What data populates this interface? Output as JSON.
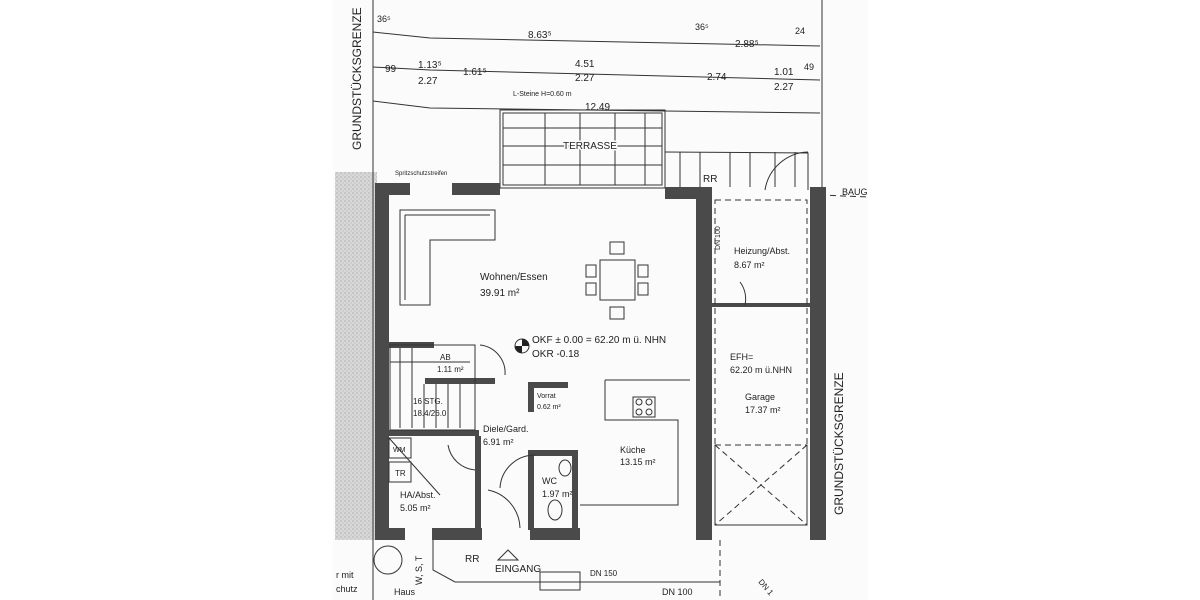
{
  "plan": {
    "boundary_left": "GRUNDSTÜCKSGRENZE",
    "boundary_right": "GRUNDSTÜCKSGRENZE",
    "building_line": "BAUG",
    "dimensions": {
      "row1": [
        "36⁵",
        "8.63⁵",
        "36⁵",
        "2.88⁵",
        "24"
      ],
      "row2": [
        "99",
        "1.13⁵",
        "2.27",
        "1.61⁵",
        "4.51",
        "2.27",
        "2.74",
        "1.01",
        "2.27",
        "49"
      ],
      "row3": "12.49",
      "l_stones": "L-Steine H=0.60 m"
    },
    "splash_strip": "Spritzschutzstreifen",
    "terrace": "TERRASSE",
    "rr_top": "RR",
    "rooms": {
      "living": {
        "name": "Wohnen/Essen",
        "area": "39.91 m²"
      },
      "heating": {
        "name": "Heizung/Abst.",
        "area": "8.67 m²"
      },
      "dn100_top": "DN 100",
      "okf": "OKF ± 0.00 = 62.20 m ü. NHN",
      "okr": "OKR -0.18",
      "ab": {
        "name": "AB",
        "area": "1.11 m²"
      },
      "stairs": {
        "name": "16 STG.",
        "spec": "18.4/26.0"
      },
      "pantry": {
        "name": "Vorrat",
        "area": "0.62 m²"
      },
      "hall": {
        "name": "Diele/Gard.",
        "area": "6.91 m²"
      },
      "kitchen": {
        "name": "Küche",
        "area": "13.15 m²"
      },
      "efh": "EFH=",
      "efh_value": "62.20 m ü.NHN",
      "garage": {
        "name": "Garage",
        "area": "17.37 m²"
      },
      "wm": "WM",
      "tr": "TR",
      "utility": {
        "name": "HA/Abst.",
        "area": "5.05 m²"
      },
      "wc": {
        "name": "WC",
        "area": "1.97 m²"
      }
    },
    "bottom": {
      "rr": "RR",
      "entrance": "EINGANG",
      "dn150": "DN 150",
      "dn100": "DN 100",
      "dn_diag": "DN 1",
      "wst": "W, S, T",
      "haus": "Haus",
      "left1": "r mit",
      "left2": "chutz"
    }
  }
}
